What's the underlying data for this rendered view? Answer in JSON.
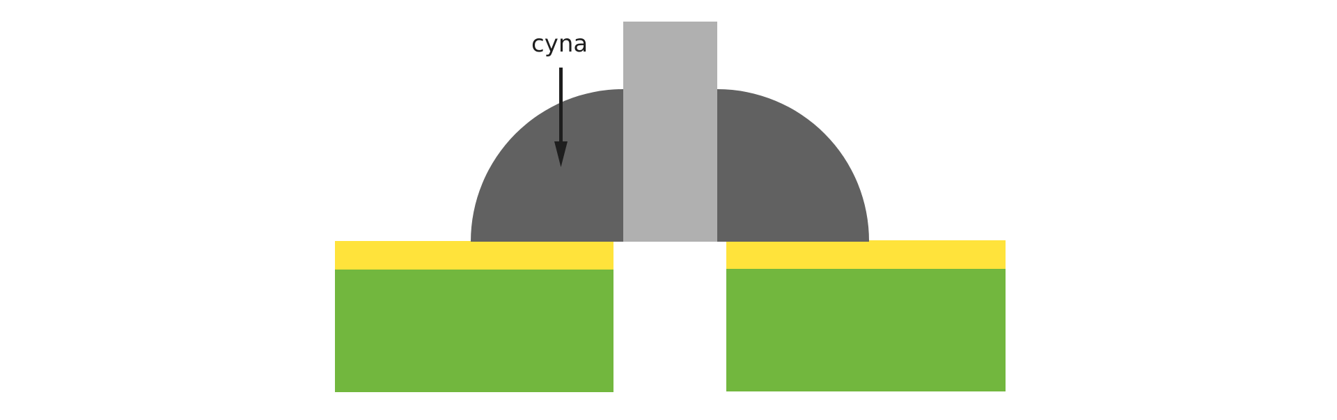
{
  "diagram": {
    "title": "",
    "label": "cyna",
    "colors": {
      "background": "#ffffff",
      "solder": "#616161",
      "pin": "#b0b0b0",
      "pad_metal": "#ffe33b",
      "board": "#72b73e",
      "arrow": "#1e1e1e",
      "text": "#1e1e1e"
    },
    "components": [
      {
        "name": "solder-joint",
        "description": "dark gray dome of solder around the pin"
      },
      {
        "name": "component-pin",
        "description": "light gray vertical pin"
      },
      {
        "name": "copper-pad-left",
        "description": "yellow pad layer, left"
      },
      {
        "name": "copper-pad-right",
        "description": "yellow pad layer, right"
      },
      {
        "name": "pcb-left",
        "description": "green board section, left"
      },
      {
        "name": "pcb-right",
        "description": "green board section, right"
      }
    ],
    "annotation": {
      "text": "cyna",
      "points_to": "solder-joint"
    }
  }
}
